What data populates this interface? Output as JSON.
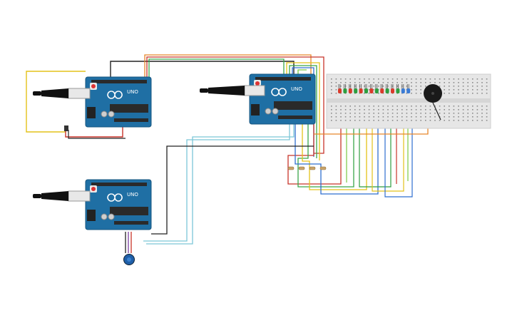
{
  "boards": [
    {
      "id": "board-top-left",
      "logo": "UNO",
      "usb_plug": true,
      "power_jack": true
    },
    {
      "id": "board-top-right",
      "logo": "UNO",
      "usb_plug": true,
      "power_jack": true
    },
    {
      "id": "board-bottom-left",
      "logo": "UNO",
      "usb_plug": true,
      "power_jack": true
    }
  ],
  "breadboard": {
    "led_colors": [
      "#d93a2b",
      "#2e9e3f",
      "#d93a2b",
      "#2e9e3f",
      "#d93a2b",
      "#2e9e3f",
      "#d93a2b",
      "#2e9e3f",
      "#d93a2b",
      "#2e9e3f",
      "#d93a2b",
      "#2e9e3f",
      "#3a7bd5",
      "#3a7bd5"
    ],
    "buzzer": true
  },
  "resistor_count": 4,
  "potentiometer": true,
  "photoresistor": true,
  "colors": {
    "board": "#1f6fa4",
    "board_dark": "#16557f",
    "breadboard": "#e6e6e6",
    "wire_black": "#222222",
    "wire_red": "#c8342a",
    "wire_yellow": "#e3c21a",
    "wire_orange": "#e8862a",
    "wire_green": "#3aa64a",
    "wire_blue": "#2f6fd0",
    "wire_cyan": "#7cc6d8",
    "wire_lightgreen": "#7ac943",
    "wire_purple": "#7b3fa0"
  }
}
